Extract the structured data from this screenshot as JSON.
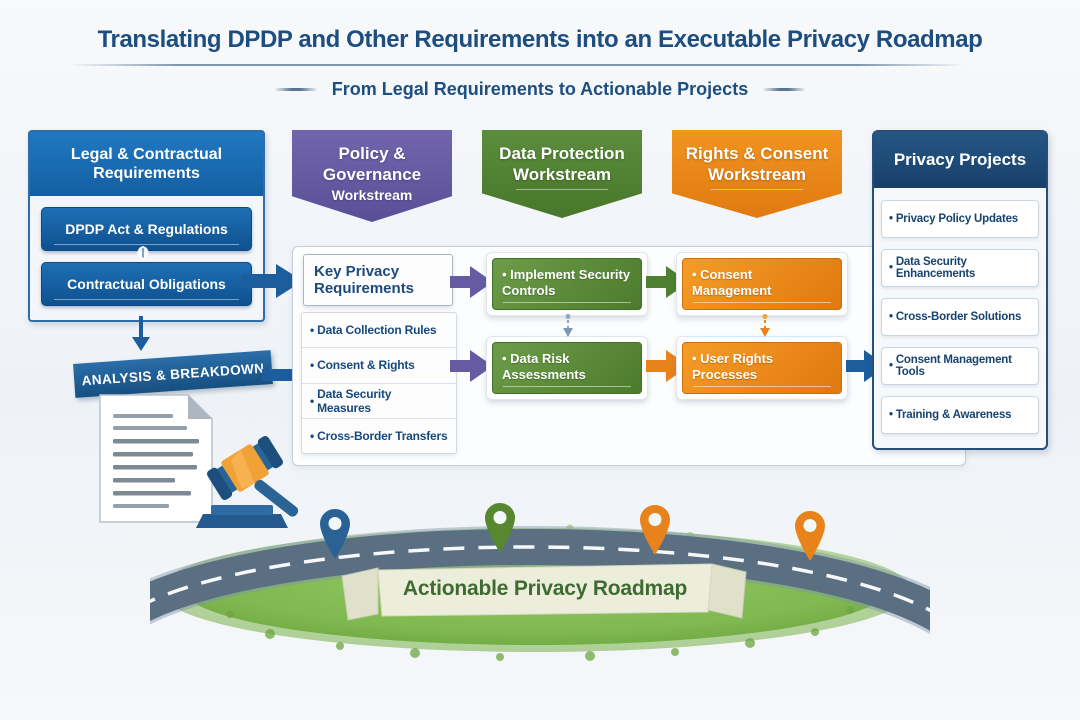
{
  "header": {
    "title": "Translating DPDP and Other Requirements into an Executable Privacy Roadmap",
    "subtitle": "From Legal Requirements to Actionable Projects"
  },
  "legal_panel": {
    "header": "Legal & Contractual Requirements",
    "items": [
      "DPDP Act & Regulations",
      "Contractual Obligations"
    ]
  },
  "analysis": {
    "label": "ANALYSIS & BREAKDOWN"
  },
  "workstream_headers": {
    "policy": {
      "line1": "Policy &",
      "line2": "Governance",
      "line3": "Workstream"
    },
    "data_protection": {
      "line1": "Data Protection",
      "line2": "Workstream"
    },
    "rights_consent": {
      "line1": "Rights & Consent",
      "line2": "Workstream"
    }
  },
  "key_requirements": {
    "title": "Key Privacy Requirements",
    "bullets": [
      "Data Collection Rules",
      "Consent & Rights",
      "Data Security Measures",
      "Cross-Border Transfers"
    ]
  },
  "data_protection_boxes": [
    "Implement Security Controls",
    "Data Risk Assessments"
  ],
  "rights_consent_boxes": [
    "Consent Management",
    "User Rights Processes"
  ],
  "privacy_projects": {
    "header": "Privacy Projects",
    "items": [
      "Privacy Policy Updates",
      "Data Security Enhancements",
      "Cross-Border Solutions",
      "Consent Management Tools",
      "Training & Awareness"
    ]
  },
  "roadmap": {
    "banner": "Actionable Privacy Roadmap",
    "pin_colors": [
      "#2b6295",
      "#57882f",
      "#e8831c",
      "#e8831c"
    ]
  },
  "colors": {
    "title_navy": "#1d4e7f",
    "legal_blue": "#1766ae",
    "purple": "#665aa3",
    "green": "#527f35",
    "orange": "#ee8b1e",
    "navy_header": "#1d4a73",
    "arrow_blue": "#1c5d9d",
    "grass": "#7fb950",
    "road": "#5b6f82",
    "ribbon_bg": "#eceedb",
    "ribbon_text": "#3e6b31"
  }
}
